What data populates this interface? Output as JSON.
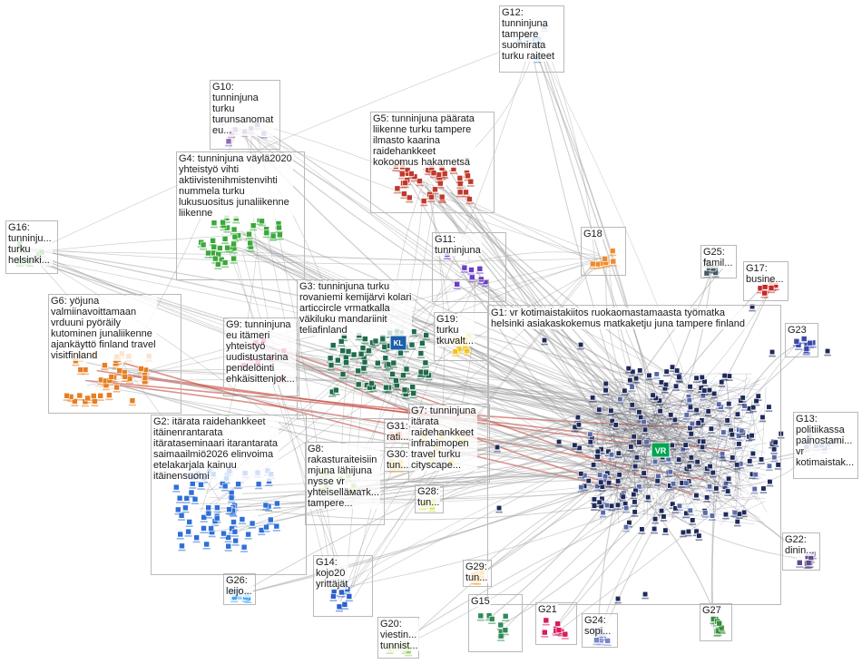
{
  "graph": {
    "groups": [
      {
        "id": "G1",
        "lines": [
          "G1: vr kotimaistakiitos ruokaomastamaasta työmatka",
          "helsinki asiakaskokemus matkaketju juna tampere finland"
        ],
        "color": "#1e2a5a",
        "density": "high"
      },
      {
        "id": "G2",
        "lines": [
          "G2: itärata raidehankkeet",
          "itäinenrantarata",
          "itärataseminaari itarantarata",
          "saimaailmiö2026 elinvoima",
          "etelakarjala kainuu",
          "itäinensuomi"
        ],
        "color": "#2f6fd6",
        "density": "high"
      },
      {
        "id": "G3",
        "lines": [
          "G3: tunninjuna turku",
          "rovaniemi kemijärvi kolari",
          "articcircle vrmatkalla",
          "väkiluku mandariinit",
          "teliafinland"
        ],
        "color": "#1f6b4a",
        "density": "high"
      },
      {
        "id": "G4",
        "lines": [
          "G4: tunninjuna väylä2020",
          "yhteistyö vihti",
          "aktiivistenihmistenvihti",
          "nummela turku",
          "lukusuositus junaliikenne",
          "liikenne"
        ],
        "color": "#3aa83a",
        "density": "medium"
      },
      {
        "id": "G5",
        "lines": [
          "G5: tunninjuna päärata",
          "liikenne turku tampere",
          "ilmasto kaarina",
          "raidehankkeet",
          "kokoomus hakametsä"
        ],
        "color": "#c0392b",
        "density": "medium"
      },
      {
        "id": "G6",
        "lines": [
          "G6: yöjuna",
          "valmiinavoittamaan",
          "vrduuni pyöräily",
          "kutominen junaliikenne",
          "ajankäyttö finland travel",
          "visitfinland"
        ],
        "color": "#e67e22",
        "density": "medium"
      },
      {
        "id": "G7",
        "lines": [
          "G7: tunninjuna",
          "itärata",
          "raidehankkeet",
          "infrabimopen",
          "travel turku",
          "cityscape..."
        ],
        "color": "#f0c419",
        "density": "low"
      },
      {
        "id": "G8",
        "lines": [
          "G8:",
          "rakasturaiteisiin",
          "mjuna lähijuna",
          "nysse vr",
          "yhteiselläматk...",
          "tampere..."
        ],
        "color": "#8bc34a",
        "density": "low"
      },
      {
        "id": "G9",
        "lines": [
          "G9: tunninjuna",
          "eu itämeri",
          "yhteistyö",
          "uudistustarina",
          "pendelöinti",
          "ehkäisittenjok..."
        ],
        "color": "#e91e8c",
        "density": "low"
      },
      {
        "id": "G10",
        "lines": [
          "G10:",
          "tunninjuna",
          "turku",
          "turunsanomat",
          "eu..."
        ],
        "color": "#8e6bb0",
        "density": "low"
      },
      {
        "id": "G11",
        "lines": [
          "G11:",
          "tunninjuna"
        ],
        "color": "#6a3cc9",
        "density": "low"
      },
      {
        "id": "G12",
        "lines": [
          "G12:",
          "tunninjuna",
          "tampere",
          "suomirata",
          "turku raiteet"
        ],
        "color": "#4a90c2",
        "density": "low"
      },
      {
        "id": "G13",
        "lines": [
          "G13:",
          "politiikassa",
          "painostami...",
          "vr",
          "kotimaistak..."
        ],
        "color": "#6d7fb5",
        "density": "low"
      },
      {
        "id": "G14",
        "lines": [
          "G14:",
          "kojo20",
          "yrittäjät"
        ],
        "color": "#2b5fcf",
        "density": "low"
      },
      {
        "id": "G15",
        "lines": [
          "G15"
        ],
        "color": "#2e8b57",
        "density": "low"
      },
      {
        "id": "G16",
        "lines": [
          "G16:",
          "tunninju...",
          "turku",
          "helsinki..."
        ],
        "color": "#43a047",
        "density": "low"
      },
      {
        "id": "G17",
        "lines": [
          "G17:",
          "busine..."
        ],
        "color": "#c62828",
        "density": "low"
      },
      {
        "id": "G18",
        "lines": [
          "G18"
        ],
        "color": "#ef8a2c",
        "density": "low"
      },
      {
        "id": "G19",
        "lines": [
          "G19:",
          "turku",
          "tkuvalt..."
        ],
        "color": "#f5c518",
        "density": "low"
      },
      {
        "id": "G20",
        "lines": [
          "G20:",
          "viestin...",
          "tunnist..."
        ],
        "color": "#9ccc65",
        "density": "low"
      },
      {
        "id": "G21",
        "lines": [
          "G21"
        ],
        "color": "#d81b60",
        "density": "low"
      },
      {
        "id": "G22",
        "lines": [
          "G22:",
          "dinin..."
        ],
        "color": "#5c4a8a",
        "density": "low"
      },
      {
        "id": "G23",
        "lines": [
          "G23"
        ],
        "color": "#3949ab",
        "density": "low"
      },
      {
        "id": "G24",
        "lines": [
          "G24:",
          "sopi..."
        ],
        "color": "#7986cb",
        "density": "low"
      },
      {
        "id": "G25",
        "lines": [
          "G25:",
          "famil..."
        ],
        "color": "#455a64",
        "density": "low"
      },
      {
        "id": "G26",
        "lines": [
          "G26:",
          "leijo..."
        ],
        "color": "#42a5f5",
        "density": "low"
      },
      {
        "id": "G27",
        "lines": [
          "G27"
        ],
        "color": "#388e3c",
        "density": "low"
      },
      {
        "id": "G28",
        "lines": [
          "G28:",
          "tun..."
        ],
        "color": "#cddc39",
        "density": "low"
      },
      {
        "id": "G29",
        "lines": [
          "G29:",
          "tun..."
        ],
        "color": "#ff9800",
        "density": "low"
      },
      {
        "id": "G30",
        "lines": [
          "G30:",
          "tun..."
        ],
        "color": "#fbc02d",
        "density": "low"
      },
      {
        "id": "G31",
        "lines": [
          "G31:",
          "rati..."
        ],
        "color": "#ff7043",
        "density": "low"
      }
    ],
    "hub_icon_text": "VR",
    "hub_icon_color": "#00a651",
    "g3_logo_text": "KL",
    "edge_color": "#9a9a9a",
    "strong_edge_color": "#c0392b"
  }
}
